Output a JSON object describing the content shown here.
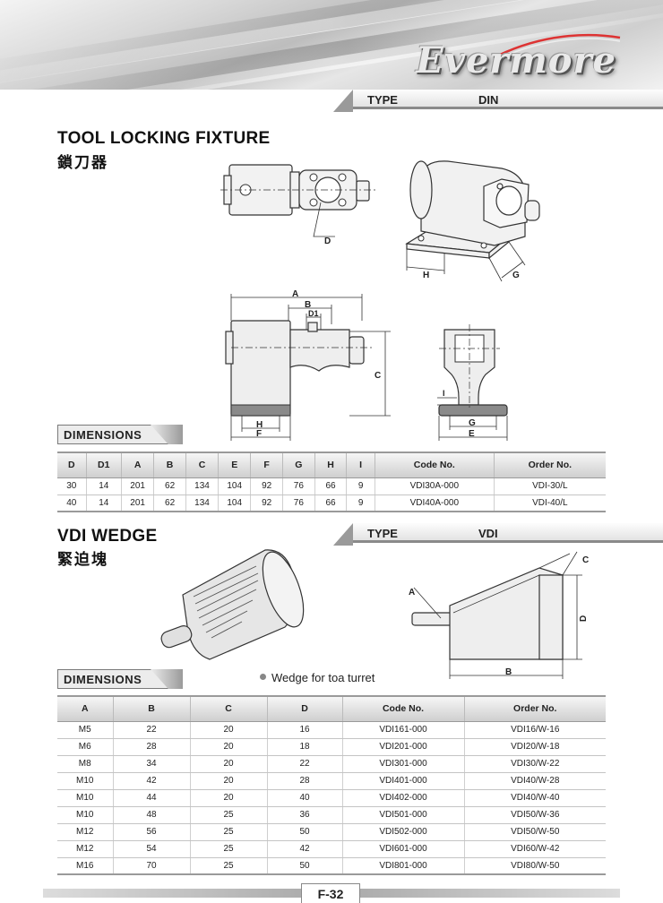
{
  "header": {
    "brand": "Evermore",
    "type_top": {
      "label": "TYPE",
      "value": "DIN"
    },
    "type_mid": {
      "label": "TYPE",
      "value": "VDI"
    }
  },
  "section1": {
    "title_en": "TOOL LOCKING FIXTURE",
    "title_zh": "鎖刀器",
    "dim_label": "DIMENSIONS",
    "drawing_labels": {
      "d": "D",
      "h": "H",
      "g": "G",
      "a": "A",
      "b": "B",
      "d1": "D1",
      "c": "C",
      "f": "F",
      "e": "E",
      "i": "I"
    },
    "table": {
      "headers": [
        "D",
        "D1",
        "A",
        "B",
        "C",
        "E",
        "F",
        "G",
        "H",
        "I",
        "Code No.",
        "Order No."
      ],
      "rows": [
        [
          "30",
          "14",
          "201",
          "62",
          "134",
          "104",
          "92",
          "76",
          "66",
          "9",
          "VDI30A-000",
          "VDI-30/L"
        ],
        [
          "40",
          "14",
          "201",
          "62",
          "134",
          "104",
          "92",
          "76",
          "66",
          "9",
          "VDI40A-000",
          "VDI-40/L"
        ]
      ]
    }
  },
  "section2": {
    "title_en": "VDI WEDGE",
    "title_zh": "緊迫塊",
    "dim_label": "DIMENSIONS",
    "note": "Wedge for toa turret",
    "drawing_labels": {
      "a": "A",
      "b": "B",
      "c": "C",
      "d": "D"
    },
    "table": {
      "headers": [
        "A",
        "B",
        "C",
        "D",
        "Code No.",
        "Order No."
      ],
      "rows": [
        [
          "M5",
          "22",
          "20",
          "16",
          "VDI161-000",
          "VDI16/W-16"
        ],
        [
          "M6",
          "28",
          "20",
          "18",
          "VDI201-000",
          "VDI20/W-18"
        ],
        [
          "M8",
          "34",
          "20",
          "22",
          "VDI301-000",
          "VDI30/W-22"
        ],
        [
          "M10",
          "42",
          "20",
          "28",
          "VDI401-000",
          "VDI40/W-28"
        ],
        [
          "M10",
          "44",
          "20",
          "40",
          "VDI402-000",
          "VDI40/W-40"
        ],
        [
          "M10",
          "48",
          "25",
          "36",
          "VDI501-000",
          "VDI50/W-36"
        ],
        [
          "M12",
          "56",
          "25",
          "50",
          "VDI502-000",
          "VDI50/W-50"
        ],
        [
          "M12",
          "54",
          "25",
          "42",
          "VDI601-000",
          "VDI60/W-42"
        ],
        [
          "M16",
          "70",
          "25",
          "50",
          "VDI801-000",
          "VDI80/W-50"
        ]
      ]
    }
  },
  "footer": {
    "page": "F-32"
  }
}
